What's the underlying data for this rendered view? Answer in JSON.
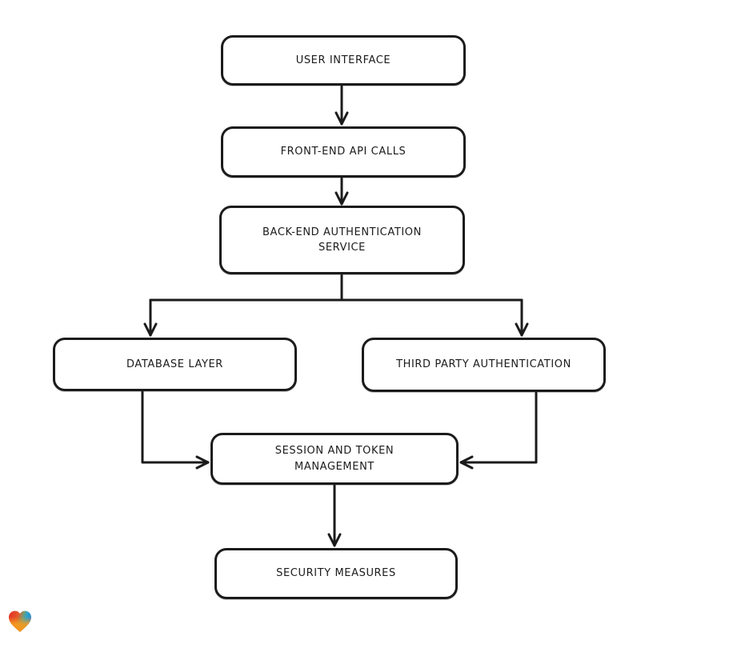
{
  "diagram": {
    "nodes": [
      {
        "id": "user-interface",
        "label": "USER INTERFACE"
      },
      {
        "id": "front-end-api-calls",
        "label": "FRONT-END API CALLS"
      },
      {
        "id": "back-end-auth-service",
        "label": "BACK-END AUTHENTICATION SERVICE"
      },
      {
        "id": "database-layer",
        "label": "DATABASE LAYER"
      },
      {
        "id": "third-party-auth",
        "label": "THIRD PARTY AUTHENTICATION"
      },
      {
        "id": "session-token-mgmt",
        "label": "SESSION AND TOKEN MANAGEMENT"
      },
      {
        "id": "security-measures",
        "label": "SECURITY MEASURES"
      }
    ],
    "edges": [
      {
        "from": "user-interface",
        "to": "front-end-api-calls"
      },
      {
        "from": "front-end-api-calls",
        "to": "back-end-auth-service"
      },
      {
        "from": "back-end-auth-service",
        "to": "database-layer"
      },
      {
        "from": "back-end-auth-service",
        "to": "third-party-auth"
      },
      {
        "from": "database-layer",
        "to": "session-token-mgmt"
      },
      {
        "from": "third-party-auth",
        "to": "session-token-mgmt"
      },
      {
        "from": "session-token-mgmt",
        "to": "security-measures"
      }
    ],
    "stroke_color": "#1b1b1b",
    "node_fill": "#ffffff"
  },
  "logo": {
    "name": "gradient-heart",
    "colors": {
      "red": "#e62f28",
      "orange": "#f59d1f",
      "cyan": "#2aa5c9",
      "blue": "#2f86d2"
    }
  }
}
